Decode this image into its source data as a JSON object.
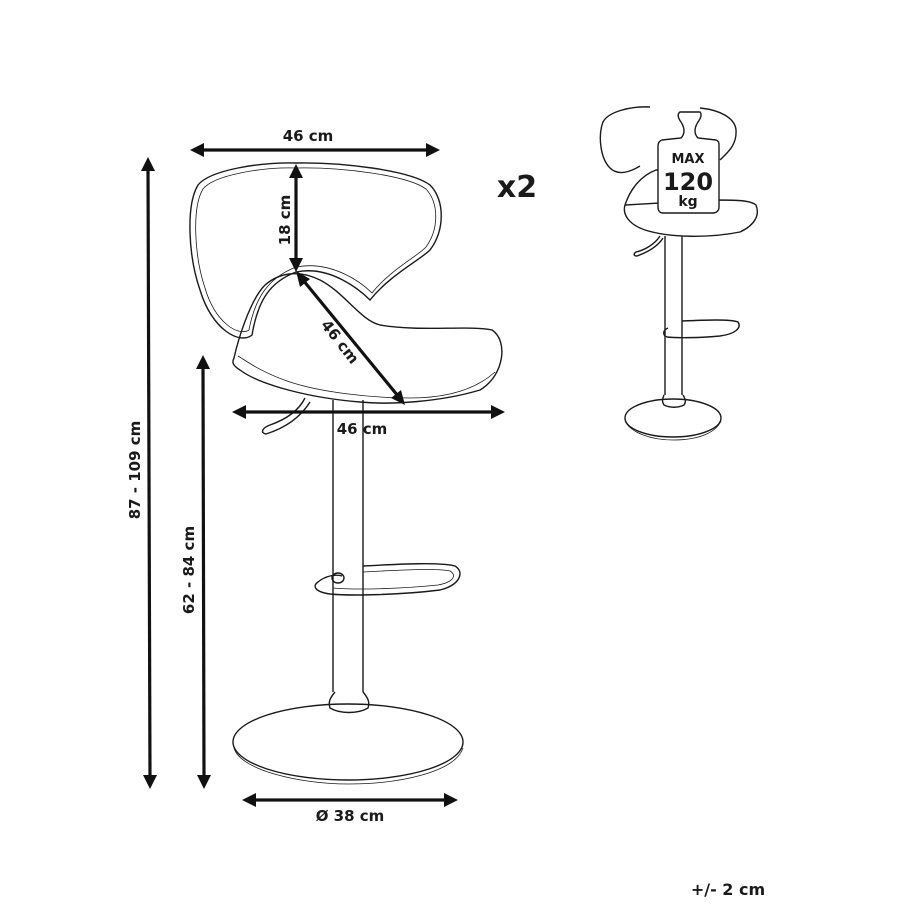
{
  "diagram": {
    "title": "Bar stool dimensions",
    "dimensions": {
      "backrest_width": "46 cm",
      "backrest_height": "18 cm",
      "seat_depth": "46 cm",
      "seat_width": "46 cm",
      "total_height": "87 - 109 cm",
      "seat_height": "62 - 84 cm",
      "base_diameter": "Ø 38 cm"
    },
    "quantity": "x2",
    "max_load": {
      "line1": "MAX",
      "line2": "120",
      "line3": "kg"
    },
    "tolerance": "+/- 2 cm"
  }
}
